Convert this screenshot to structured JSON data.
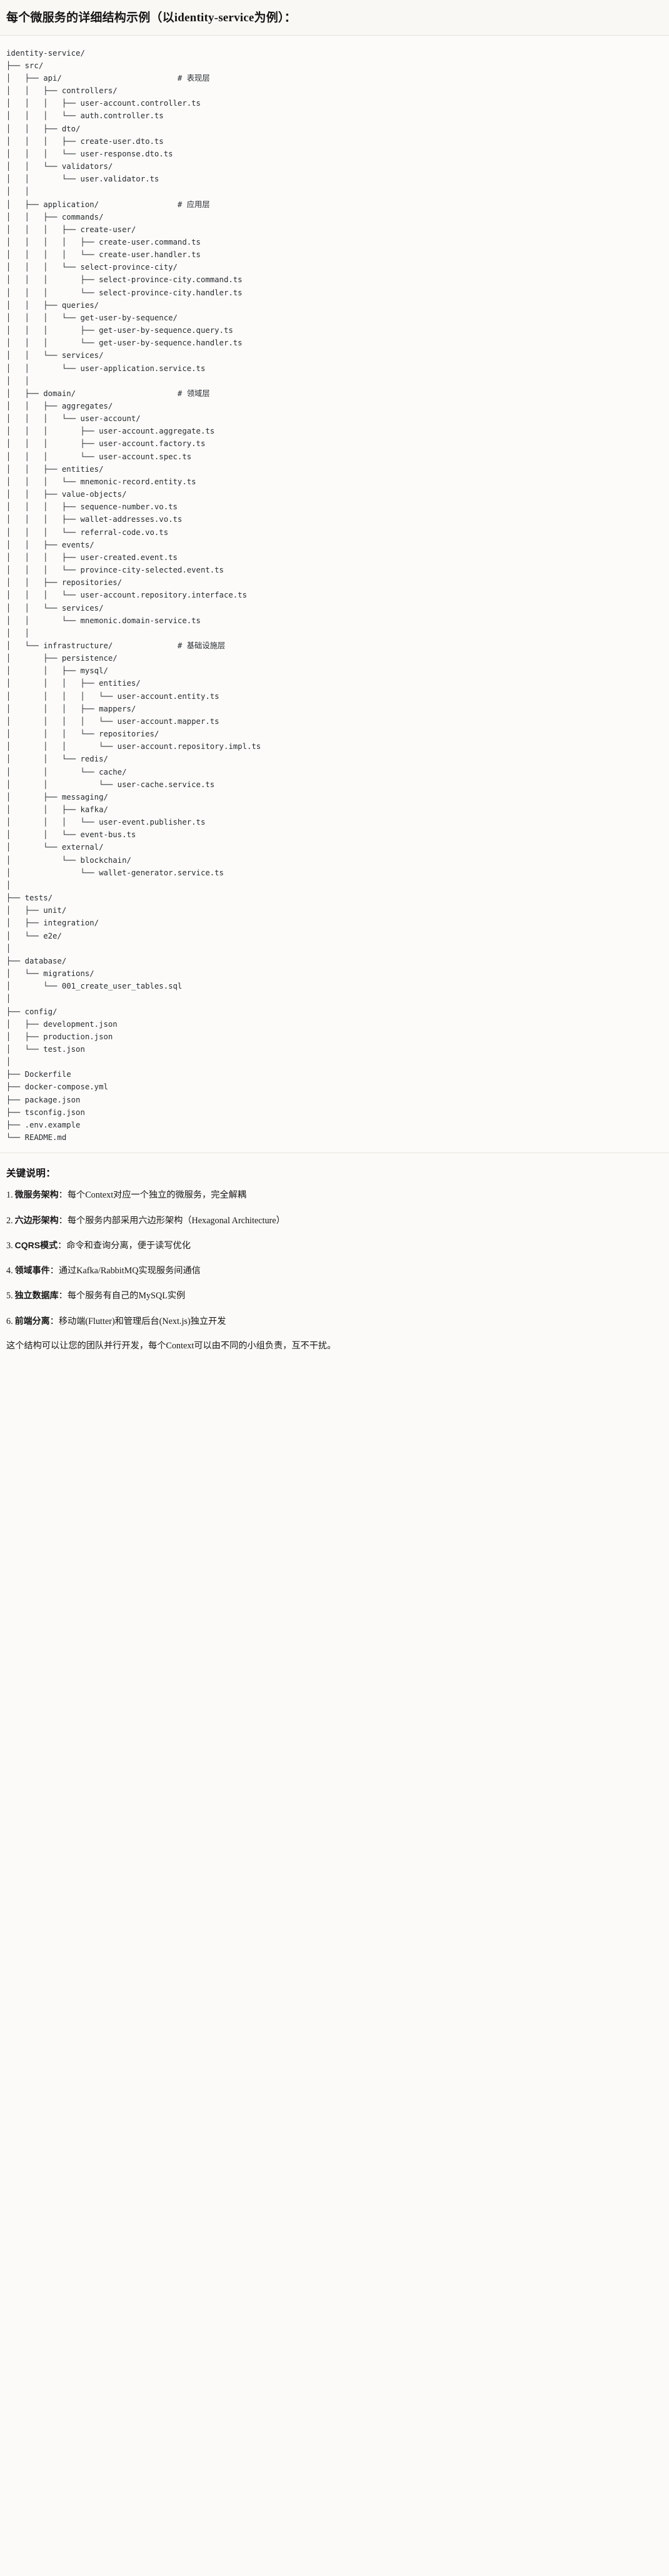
{
  "header": {
    "title": "每个微服务的详细结构示例（以identity-service为例）："
  },
  "tree": {
    "root_label": "identity-service/",
    "comments": {
      "api": "# 表现层",
      "application": "# 应用层",
      "domain": "# 领域层",
      "infrastructure": "# 基础设施层"
    },
    "text": "identity-service/\n├── src/\n│   ├── api/                         # 表现层\n│   │   ├── controllers/\n│   │   │   ├── user-account.controller.ts\n│   │   │   └── auth.controller.ts\n│   │   ├── dto/\n│   │   │   ├── create-user.dto.ts\n│   │   │   └── user-response.dto.ts\n│   │   └── validators/\n│   │       └── user.validator.ts\n│   │\n│   ├── application/                 # 应用层\n│   │   ├── commands/\n│   │   │   ├── create-user/\n│   │   │   │   ├── create-user.command.ts\n│   │   │   │   └── create-user.handler.ts\n│   │   │   └── select-province-city/\n│   │   │       ├── select-province-city.command.ts\n│   │   │       └── select-province-city.handler.ts\n│   │   ├── queries/\n│   │   │   └── get-user-by-sequence/\n│   │   │       ├── get-user-by-sequence.query.ts\n│   │   │       └── get-user-by-sequence.handler.ts\n│   │   └── services/\n│   │       └── user-application.service.ts\n│   │\n│   ├── domain/                      # 领域层\n│   │   ├── aggregates/\n│   │   │   └── user-account/\n│   │   │       ├── user-account.aggregate.ts\n│   │   │       ├── user-account.factory.ts\n│   │   │       └── user-account.spec.ts\n│   │   ├── entities/\n│   │   │   └── mnemonic-record.entity.ts\n│   │   ├── value-objects/\n│   │   │   ├── sequence-number.vo.ts\n│   │   │   ├── wallet-addresses.vo.ts\n│   │   │   └── referral-code.vo.ts\n│   │   ├── events/\n│   │   │   ├── user-created.event.ts\n│   │   │   └── province-city-selected.event.ts\n│   │   ├── repositories/\n│   │   │   └── user-account.repository.interface.ts\n│   │   └── services/\n│   │       └── mnemonic.domain-service.ts\n│   │\n│   └── infrastructure/              # 基础设施层\n│       ├── persistence/\n│       │   ├── mysql/\n│       │   │   ├── entities/\n│       │   │   │   └── user-account.entity.ts\n│       │   │   ├── mappers/\n│       │   │   │   └── user-account.mapper.ts\n│       │   │   └── repositories/\n│       │   │       └── user-account.repository.impl.ts\n│       │   └── redis/\n│       │       └── cache/\n│       │           └── user-cache.service.ts\n│       ├── messaging/\n│       │   ├── kafka/\n│       │   │   └── user-event.publisher.ts\n│       │   └── event-bus.ts\n│       └── external/\n│           └── blockchain/\n│               └── wallet-generator.service.ts\n│\n├── tests/\n│   ├── unit/\n│   ├── integration/\n│   └── e2e/\n│\n├── database/\n│   └── migrations/\n│       └── 001_create_user_tables.sql\n│\n├── config/\n│   ├── development.json\n│   ├── production.json\n│   └── test.json\n│\n├── Dockerfile\n├── docker-compose.yml\n├── package.json\n├── tsconfig.json\n├── .env.example\n└── README.md"
  },
  "notes": {
    "heading": "关键说明：",
    "items": [
      {
        "term": "微服务架构",
        "sep": "：",
        "desc": "每个Context对应一个独立的微服务，完全解耦"
      },
      {
        "term": "六边形架构",
        "sep": "：",
        "desc": "每个服务内部采用六边形架构（Hexagonal Architecture）"
      },
      {
        "term": "CQRS模式",
        "sep": "：",
        "desc": "命令和查询分离，便于读写优化"
      },
      {
        "term": "领域事件",
        "sep": "：",
        "desc": "通过Kafka/RabbitMQ实现服务间通信"
      },
      {
        "term": "独立数据库",
        "sep": "：",
        "desc": "每个服务有自己的MySQL实例"
      },
      {
        "term": "前端分离",
        "sep": "：",
        "desc": "移动端(Flutter)和管理后台(Next.js)独立开发"
      }
    ],
    "closing": "这个结构可以让您的团队并行开发，每个Context可以由不同的小组负责，互不干扰。"
  }
}
